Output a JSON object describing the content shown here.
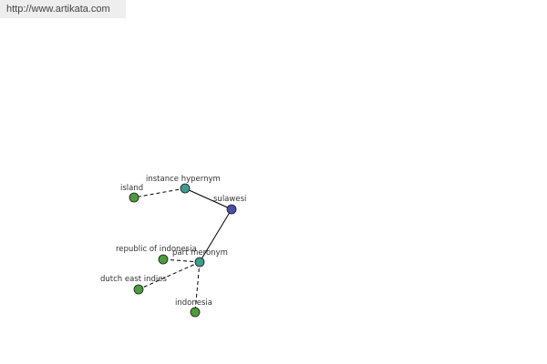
{
  "watermark": {
    "text": "http://www.artikata.com"
  },
  "graph": {
    "nodes": [
      {
        "id": "island",
        "label": "island",
        "kind": "word",
        "color": "#4e9a3d"
      },
      {
        "id": "instance-hypernym",
        "label": "instance hypernym",
        "kind": "relation",
        "color": "#3f9b8f"
      },
      {
        "id": "sulawesi",
        "label": "sulawesi",
        "kind": "root",
        "color": "#4a4fa8"
      },
      {
        "id": "part-meronym",
        "label": "part meronym",
        "kind": "relation",
        "color": "#3f9b8f"
      },
      {
        "id": "republic-of-indonesia",
        "label": "republic of indonesia",
        "kind": "word",
        "color": "#4e9a3d"
      },
      {
        "id": "dutch-east-indies",
        "label": "dutch east indies",
        "kind": "word",
        "color": "#4e9a3d"
      },
      {
        "id": "indonesia",
        "label": "indonesia",
        "kind": "word",
        "color": "#4e9a3d"
      }
    ],
    "edges": [
      {
        "from": "sulawesi",
        "to": "instance-hypernym",
        "style": "solid"
      },
      {
        "from": "sulawesi",
        "to": "part-meronym",
        "style": "solid"
      },
      {
        "from": "instance-hypernym",
        "to": "island",
        "style": "dashed"
      },
      {
        "from": "part-meronym",
        "to": "republic-of-indonesia",
        "style": "dashed"
      },
      {
        "from": "part-meronym",
        "to": "dutch-east-indies",
        "style": "dashed"
      },
      {
        "from": "part-meronym",
        "to": "indonesia",
        "style": "dashed"
      }
    ]
  }
}
